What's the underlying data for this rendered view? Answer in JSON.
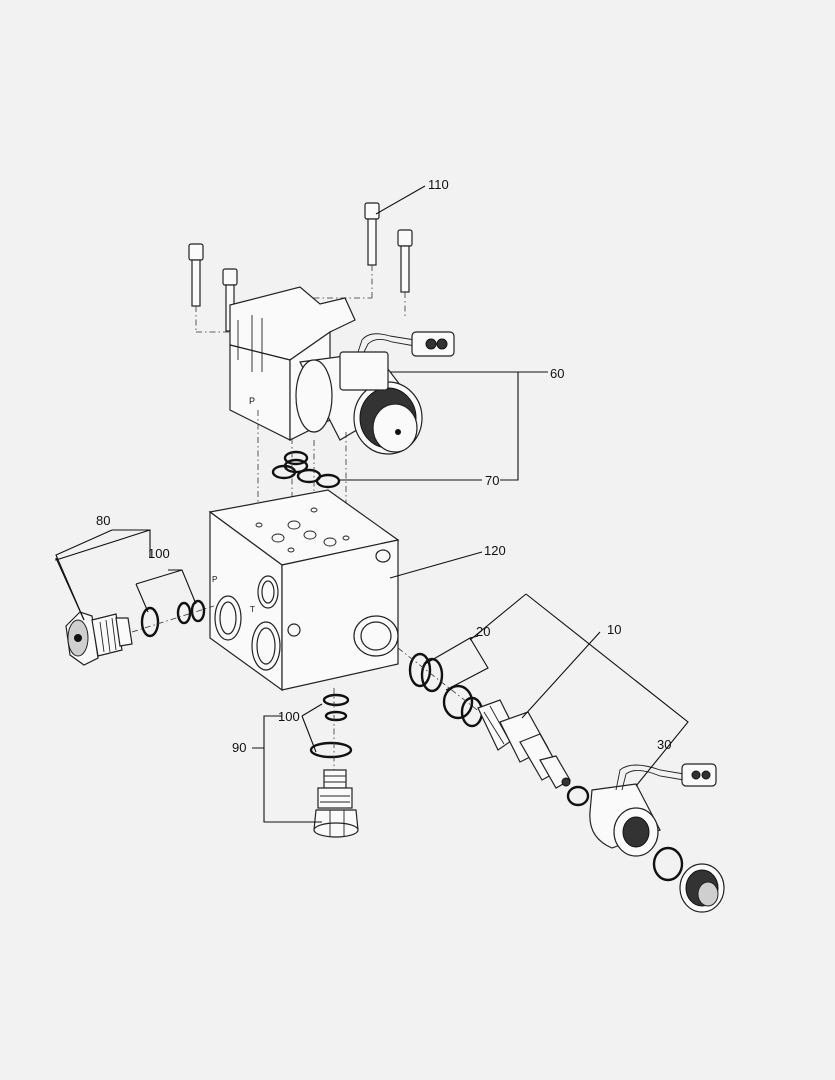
{
  "callouts": {
    "c110": "110",
    "c60": "60",
    "c70": "70",
    "c80": "80",
    "c100a": "100",
    "c120": "120",
    "c20": "20",
    "c10": "10",
    "c100b": "100",
    "c90": "90",
    "c30": "30"
  },
  "port_marks": {
    "valve_p": "P",
    "block_p": "P",
    "block_t": "T"
  }
}
